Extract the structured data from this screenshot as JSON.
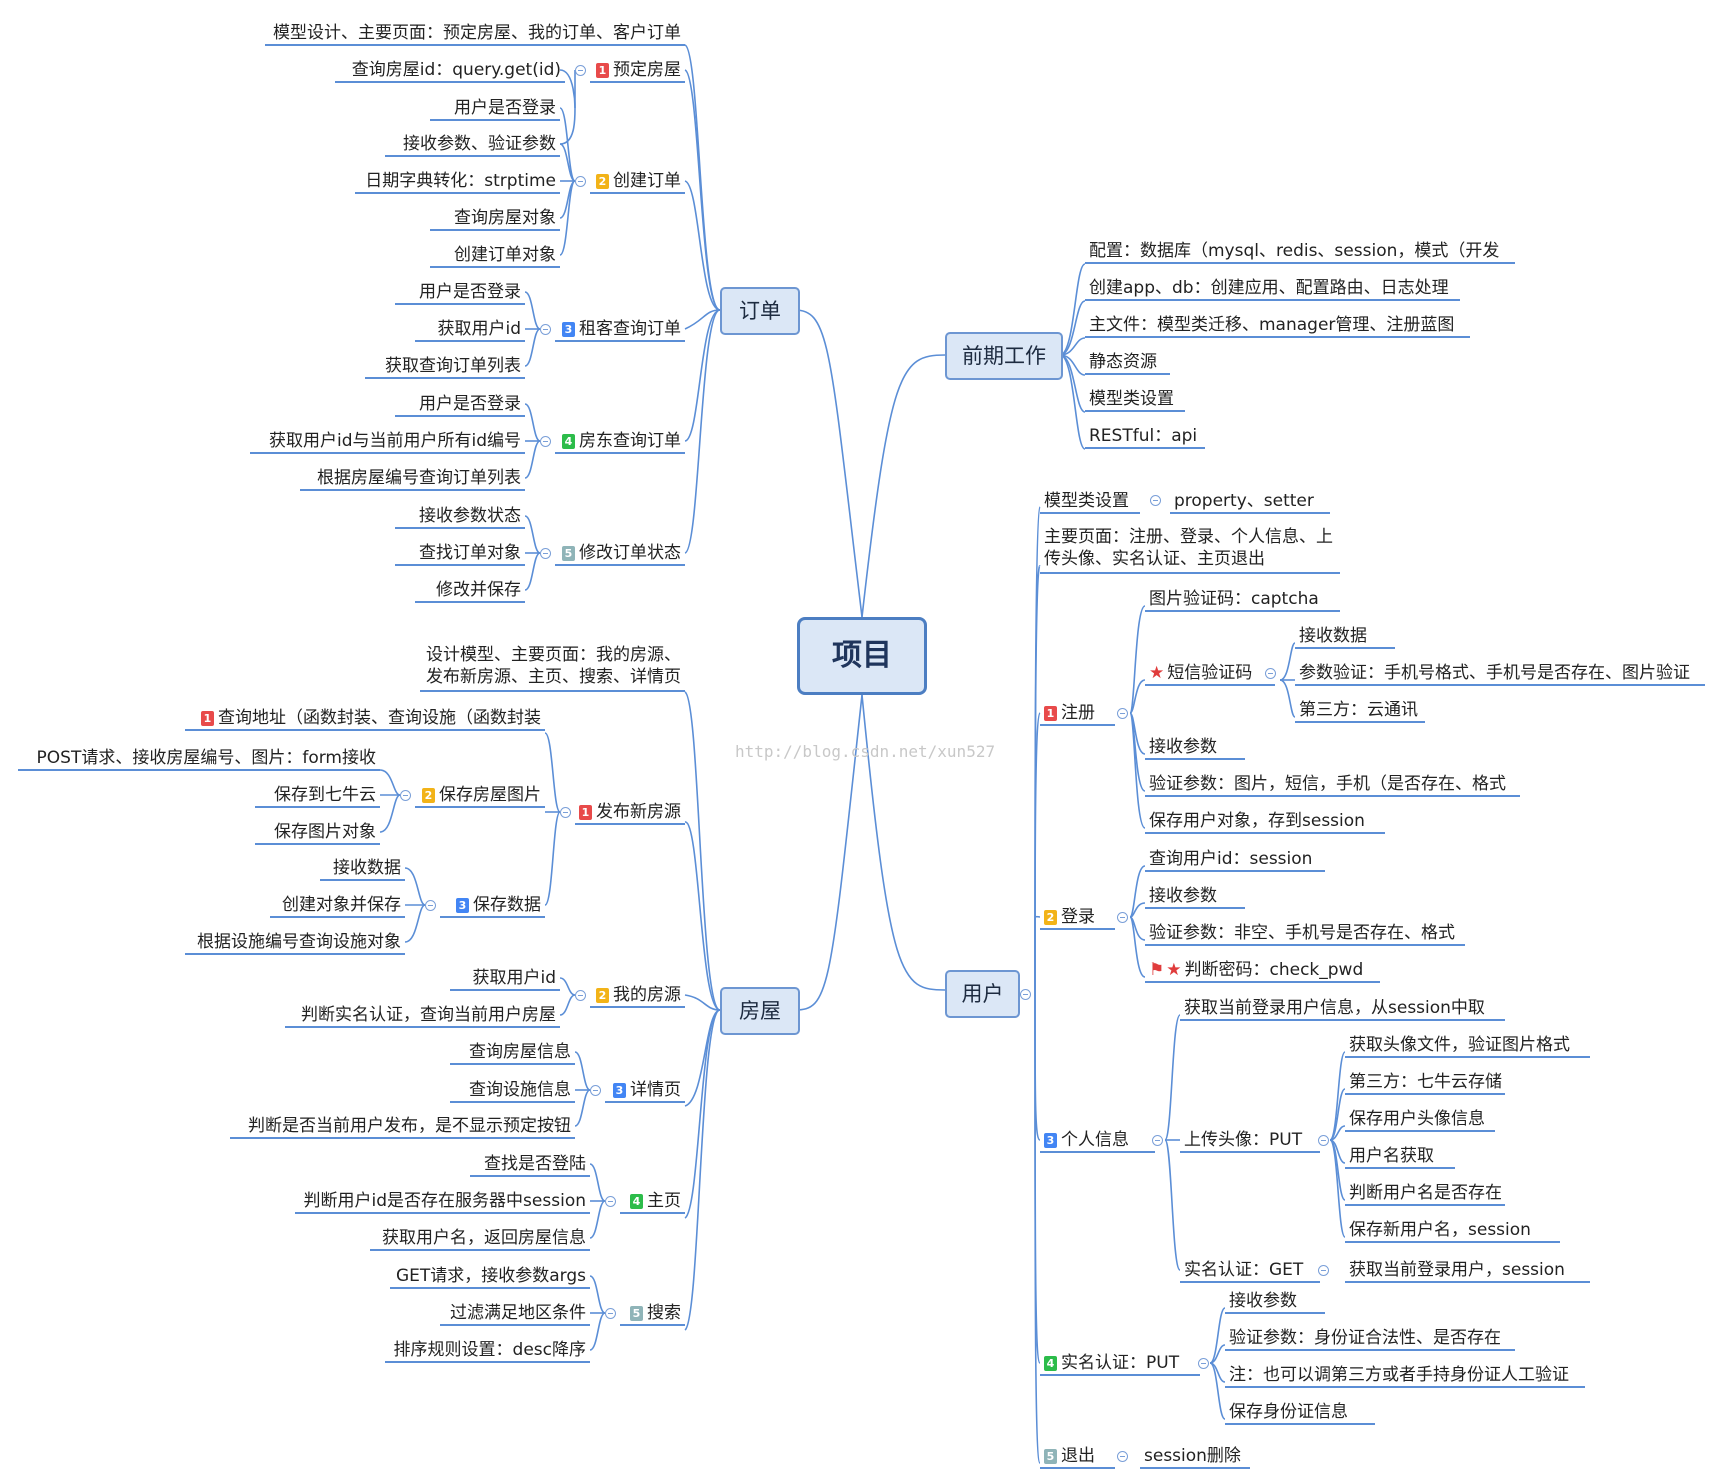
{
  "root": "项目",
  "watermark": "http://blog.csdn.net/xun527",
  "order": {
    "title": "订单",
    "root_note": "模型设计、主要页面：预定房屋、我的订单、客户订单",
    "subs": [
      {
        "num": "1",
        "label": "预定房屋",
        "items": [
          "查询房屋id：query.get(id)"
        ]
      },
      {
        "num": "2",
        "label": "创建订单",
        "items": [
          "用户是否登录",
          "接收参数、验证参数",
          "日期字典转化：strptime",
          "查询房屋对象",
          "创建订单对象"
        ]
      },
      {
        "num": "3",
        "label": "租客查询订单",
        "items": [
          "用户是否登录",
          "获取用户id",
          "获取查询订单列表"
        ]
      },
      {
        "num": "4",
        "label": "房东查询订单",
        "items": [
          "用户是否登录",
          "获取用户id与当前用户所有id编号",
          "根据房屋编号查询订单列表"
        ]
      },
      {
        "num": "5",
        "label": "修改订单状态",
        "items": [
          "接收参数状态",
          "查找订单对象",
          "修改并保存"
        ]
      }
    ]
  },
  "house": {
    "title": "房屋",
    "root_note": "设计模型、主要页面：我的房源、发布新房源、主页、搜索、详情页",
    "publish": {
      "num": "1",
      "label": "发布新房源",
      "sub1": {
        "num": "1",
        "label": "查询地址（函数封装、查询设施（函数封装"
      },
      "sub2": {
        "num": "2",
        "label": "保存房屋图片",
        "items": [
          "POST请求、接收房屋编号、图片：form接收",
          "保存到七牛云",
          "保存图片对象"
        ]
      },
      "sub3": {
        "num": "3",
        "label": "保存数据",
        "items": [
          "接收数据",
          "创建对象并保存",
          "根据设施编号查询设施对象"
        ]
      }
    },
    "subs": [
      {
        "num": "2",
        "label": "我的房源",
        "items": [
          "获取用户id",
          "判断实名认证，查询当前用户房屋"
        ]
      },
      {
        "num": "3",
        "label": "详情页",
        "items": [
          "查询房屋信息",
          "查询设施信息",
          "判断是否当前用户发布，是不显示预定按钮"
        ]
      },
      {
        "num": "4",
        "label": "主页",
        "items": [
          "查找是否登陆",
          "判断用户id是否存在服务器中session",
          "获取用户名，返回房屋信息"
        ]
      },
      {
        "num": "5",
        "label": "搜索",
        "items": [
          "GET请求，接收参数args",
          "过滤满足地区条件",
          "排序规则设置：desc降序"
        ]
      }
    ]
  },
  "prep": {
    "title": "前期工作",
    "items": [
      "配置：数据库（mysql、redis、session，模式（开发",
      "创建app、db：创建应用、配置路由、日志处理",
      "主文件：模型类迁移、manager管理、注册蓝图",
      "静态资源",
      "模型类设置",
      "RESTful：api"
    ]
  },
  "user": {
    "title": "用户",
    "model": {
      "label": "模型类设置",
      "value": "property、setter"
    },
    "pages": "主要页面：注册、登录、个人信息、上传头像、实名认证、主页退出",
    "register": {
      "num": "1",
      "label": "注册",
      "captcha": "图片验证码：captcha",
      "sms": {
        "label": "短信验证码",
        "items": [
          "接收数据",
          "参数验证：手机号格式、手机号是否存在、图片验证",
          "第三方：云通讯"
        ]
      },
      "items": [
        "接收参数",
        "验证参数：图片，短信，手机（是否存在、格式",
        "保存用户对象，存到session"
      ]
    },
    "login": {
      "num": "2",
      "label": "登录",
      "items": [
        "查询用户id：session",
        "接收参数",
        "验证参数：非空、手机号是否存在、格式",
        "判断密码：check_pwd"
      ]
    },
    "profile": {
      "num": "3",
      "label": "个人信息",
      "get_info": "获取当前登录用户信息，从session中取",
      "avatar": {
        "label": "上传头像：PUT",
        "items": [
          "获取头像文件，验证图片格式",
          "第三方：七牛云存储",
          "保存用户头像信息",
          "用户名获取",
          "判断用户名是否存在",
          "保存新用户名，session"
        ]
      },
      "auth": {
        "label": "实名认证：GET",
        "value": "获取当前登录用户，session"
      }
    },
    "realname": {
      "num": "4",
      "label": "实名认证：PUT",
      "items": [
        "接收参数",
        "验证参数：身份证合法性、是否存在",
        "注：也可以调第三方或者手持身份证人工验证",
        "保存身份证信息"
      ]
    },
    "logout": {
      "num": "5",
      "label": "退出",
      "value": "session删除"
    }
  }
}
